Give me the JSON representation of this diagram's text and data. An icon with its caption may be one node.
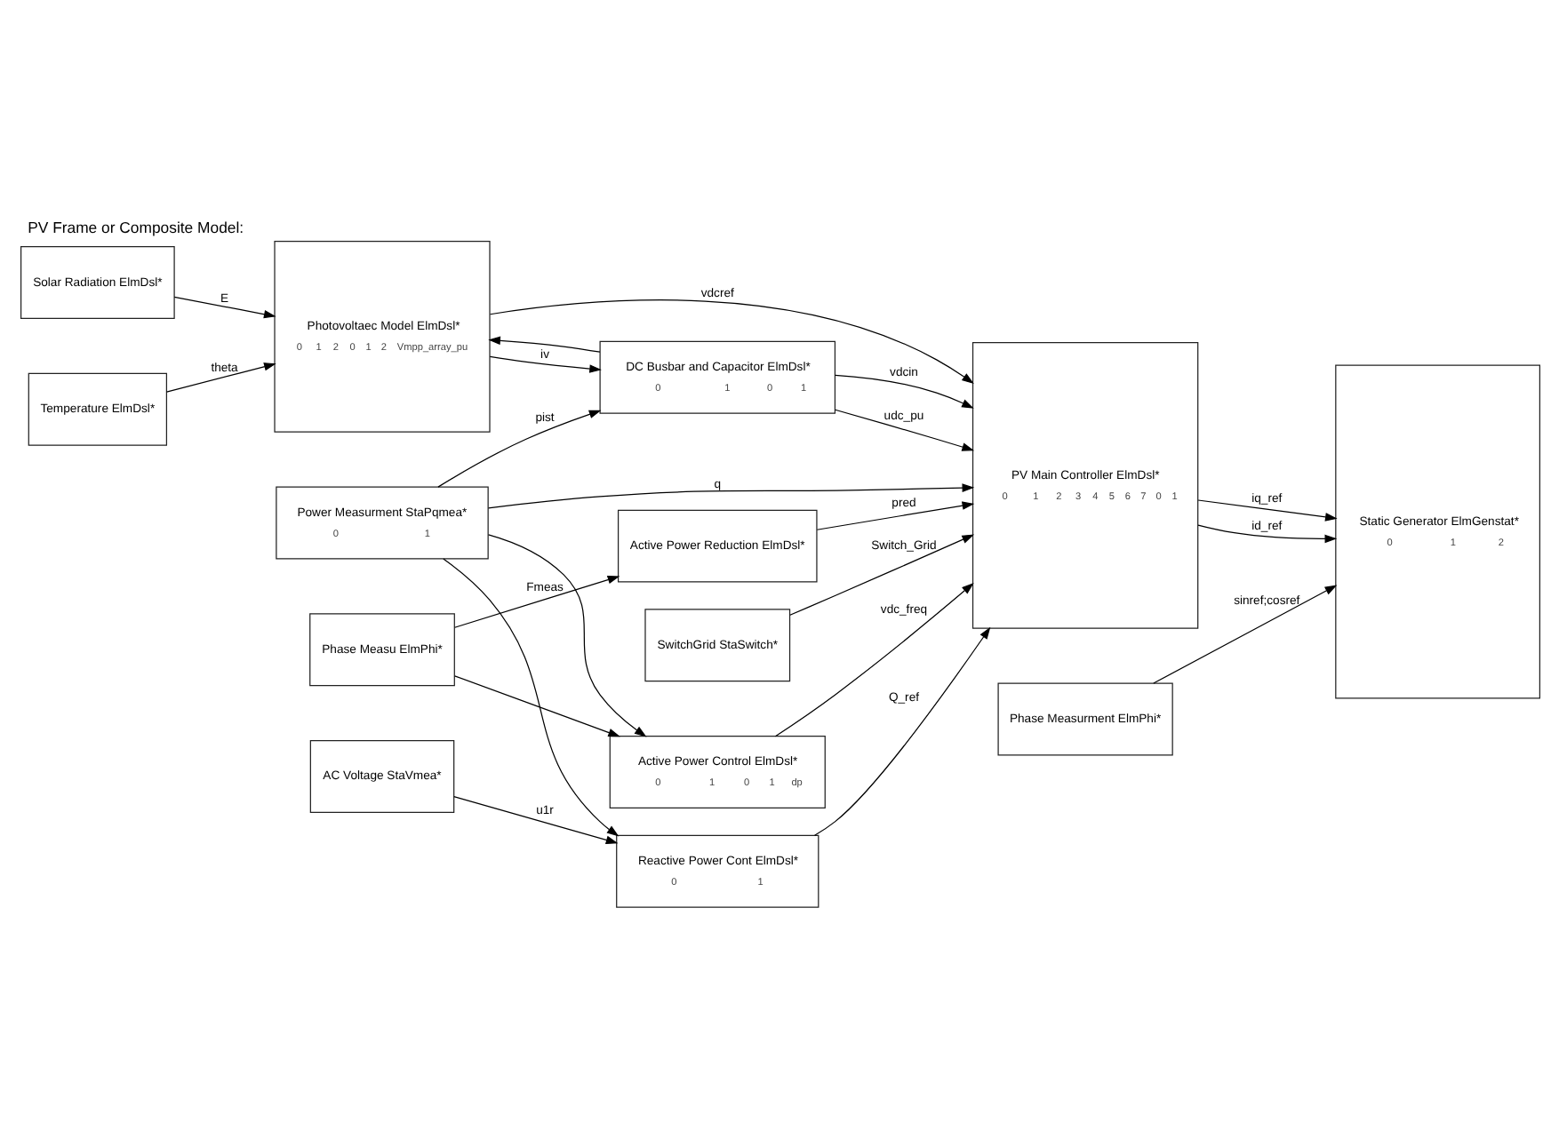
{
  "diagram": {
    "title": "PV Frame or Composite Model:",
    "nodes": [
      {
        "text": [
          "Solar Radiation ElmDsl*"
        ]
      },
      {
        "text": [
          "Temperature ElmDsl*"
        ]
      },
      {
        "text": [
          "Photovoltaec Model ElmDsl*",
          "0",
          "1",
          "2",
          "0",
          "1",
          "2",
          "Vmpp_array_pu"
        ]
      },
      {
        "text": [
          "DC Busbar and Capacitor ElmDsl*",
          "0",
          "1",
          "0",
          "1"
        ]
      },
      {
        "text": [
          "Active Power Reduction ElmDsl*"
        ]
      },
      {
        "text": [
          "Active Power Control ElmDsl*",
          "0",
          "1",
          "0",
          "1",
          "dp"
        ]
      },
      {
        "text": [
          "SwitchGrid StaSwitch*"
        ]
      },
      {
        "text": [
          "Power Measurment StaPqmea*",
          "0",
          "1"
        ]
      },
      {
        "text": [
          "Phase Measu ElmPhi*"
        ]
      },
      {
        "text": [
          "Reactive Power Cont ElmDsl*",
          "0",
          "1"
        ]
      },
      {
        "text": [
          "AC Voltage StaVmea*"
        ]
      },
      {
        "text": [
          "PV Main Controller ElmDsl*",
          "0",
          "1",
          "2",
          "3",
          "4",
          "5",
          "6",
          "7",
          "0",
          "1"
        ]
      },
      {
        "text": [
          "Phase Measurment ElmPhi*"
        ]
      },
      {
        "text": [
          "Static Generator ElmGenstat*",
          "0",
          "1",
          "2"
        ]
      }
    ],
    "edges": [
      {
        "from": 0,
        "to": 2,
        "arrow": "to",
        "label": "E"
      },
      {
        "from": 1,
        "to": 2,
        "arrow": "to",
        "label": "theta"
      },
      {
        "from": 2,
        "to": 3,
        "arrow": "to",
        "label": "iv"
      },
      {
        "from": 3,
        "to": 2,
        "arrow": "to"
      },
      {
        "from": 3,
        "to": 11,
        "arrow": "to",
        "label": "vdcin"
      },
      {
        "from": 3,
        "to": 11,
        "arrow": "to",
        "label": "udc_pu"
      },
      {
        "from": 2,
        "to": 11,
        "arrow": "to",
        "label": "vdcref"
      },
      {
        "from": 4,
        "to": 11,
        "arrow": "to",
        "label": "pred"
      },
      {
        "from": 7,
        "to": 3,
        "arrow": "to",
        "label": "pist"
      },
      {
        "from": 7,
        "to": 5,
        "arrow": "to"
      },
      {
        "from": 7,
        "to": 9,
        "arrow": "to"
      },
      {
        "from": 8,
        "to": 4,
        "arrow": "to",
        "label": "Fmeas"
      },
      {
        "from": 8,
        "to": 5,
        "arrow": "to"
      },
      {
        "from": 5,
        "to": 11,
        "arrow": "to",
        "label": "vdc_freq"
      },
      {
        "from": 6,
        "to": 11,
        "arrow": "to",
        "label": "Switch_Grid"
      },
      {
        "from": 7,
        "to": 11,
        "arrow": "to",
        "label": "q"
      },
      {
        "from": 10,
        "to": 9,
        "arrow": "to",
        "label": "u1r"
      },
      {
        "from": 9,
        "to": 11,
        "arrow": "to",
        "label": "Q_ref"
      },
      {
        "from": 11,
        "to": 13,
        "arrow": "to",
        "label": "id_ref"
      },
      {
        "from": 11,
        "to": 13,
        "arrow": "to",
        "label": "iq_ref"
      },
      {
        "from": 12,
        "to": 13,
        "arrow": "to",
        "label": "sinref;cosref"
      }
    ]
  }
}
